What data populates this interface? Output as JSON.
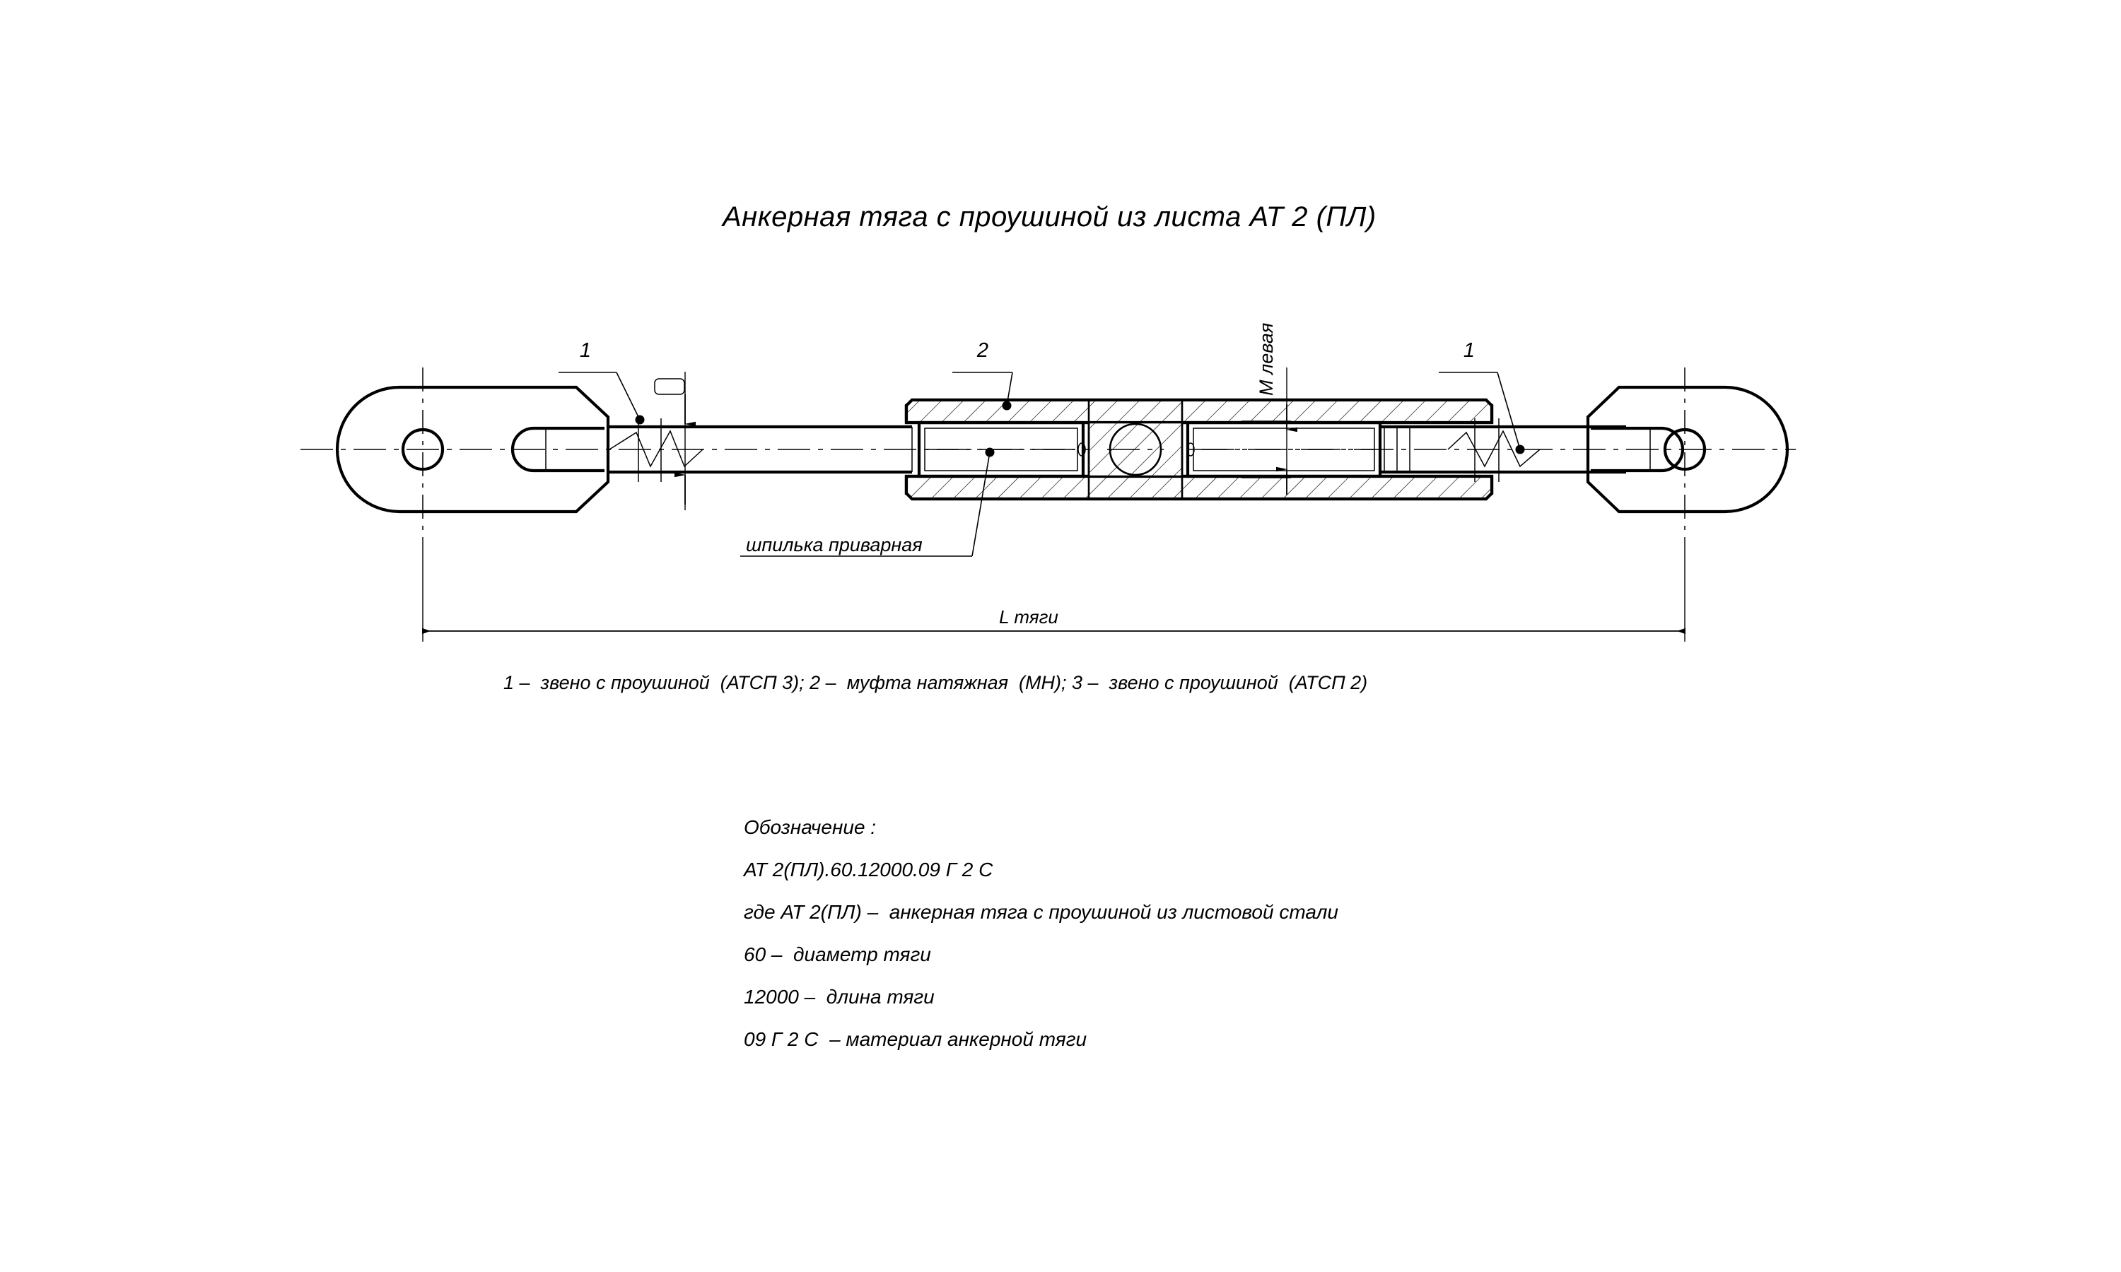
{
  "sheet": {
    "background_color": "#ffffff",
    "line_color": "#000000"
  },
  "title": "Анкерная тяга с проушиной из листа АТ 2 (ПЛ)",
  "callouts": {
    "left_item": "1",
    "center_item": "2",
    "right_item": "1"
  },
  "annotations": {
    "stud_note": "шпилька приварная",
    "thread_note": "М левая",
    "square_symbol": ""
  },
  "dimensions": {
    "overall_label": "L тяги"
  },
  "legend": "1 –  звено с проушиной  (АТСП 3); 2 –  муфта натяжная  (МН); 3 –  звено с проушиной  (АТСП 2)",
  "designation": {
    "heading": "Обозначение :",
    "code": "АТ 2(ПЛ).60.12000.09 Г 2 С",
    "lines": [
      "где АТ 2(ПЛ) –  анкерная тяга с проушиной из листовой стали",
      "60 –  диаметр тяги",
      "12000 –  длина тяги",
      "09 Г 2 С  – материал анкерной тяги"
    ]
  }
}
